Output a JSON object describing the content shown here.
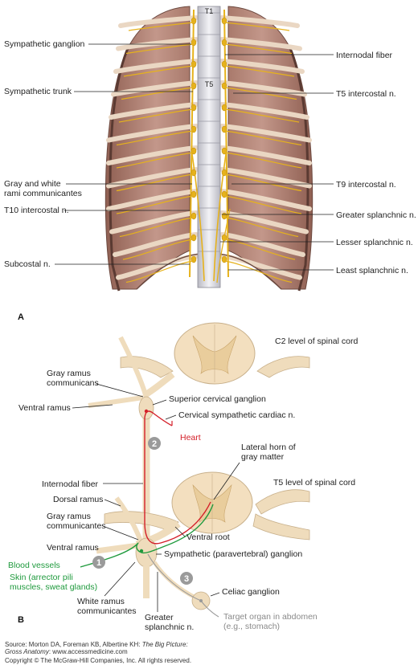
{
  "panel_a": {
    "letter": "A",
    "vertebra_top": "T1",
    "vertebra_mid": "T5",
    "labels_left": [
      {
        "id": "sympathetic-ganglion",
        "text": [
          "Sympathetic ganglion"
        ]
      },
      {
        "id": "sympathetic-trunk",
        "text": [
          "Sympathetic trunk"
        ]
      },
      {
        "id": "gray-white-rami",
        "text": [
          "Gray and white",
          "rami communicantes"
        ]
      },
      {
        "id": "t10-intercostal",
        "text": [
          "T10 intercostal n."
        ]
      },
      {
        "id": "subcostal",
        "text": [
          "Subcostal n."
        ]
      }
    ],
    "labels_right": [
      {
        "id": "internodal-fiber",
        "text": [
          "Internodal fiber"
        ]
      },
      {
        "id": "t5-intercostal",
        "text": [
          "T5 intercostal n."
        ]
      },
      {
        "id": "t9-intercostal",
        "text": [
          "T9 intercostal n."
        ]
      },
      {
        "id": "greater-splanchnic",
        "text": [
          "Greater splanchnic n."
        ]
      },
      {
        "id": "lesser-splanchnic",
        "text": [
          "Lesser splanchnic n."
        ]
      },
      {
        "id": "least-splanchnic",
        "text": [
          "Least splanchnic n."
        ]
      }
    ]
  },
  "panel_b": {
    "letter": "B",
    "labels": {
      "c2_level": "C2 level of spinal cord",
      "gray_ramus_top": [
        "Gray ramus",
        "communicans"
      ],
      "ventral_ramus_top": "Ventral ramus",
      "superior_cervical_ganglion": "Superior cervical ganglion",
      "cervical_cardiac": "Cervical sympathetic cardiac n.",
      "heart": "Heart",
      "lateral_horn": [
        "Lateral horn of",
        "gray matter"
      ],
      "internodal_fiber": "Internodal fiber",
      "t5_level": "T5 level of spinal cord",
      "dorsal_ramus": "Dorsal ramus",
      "gray_ramus_bottom": [
        "Gray ramus",
        "communicantes"
      ],
      "ventral_root": "Ventral root",
      "ventral_ramus_bottom": "Ventral ramus",
      "paravertebral_ganglion": "Sympathetic (paravertebral) ganglion",
      "blood_vessels": "Blood vessels",
      "skin": [
        "Skin (arrector pili",
        "muscles, sweat glands)"
      ],
      "white_ramus": [
        "White ramus",
        "communicantes"
      ],
      "greater_splanchnic": [
        "Greater",
        "splanchnic n."
      ],
      "celiac_ganglion": "Celiac ganglion",
      "target_organ": [
        "Target organ in abdomen",
        "(e.g., stomach)"
      ]
    },
    "markers": [
      "1",
      "2",
      "3"
    ]
  },
  "source": {
    "prefix": "Source: Morton DA, Foreman KB, Albertine KH: ",
    "title": "The Big Picture:",
    "title2": "Gross Anatomy",
    "site": ": www.accessmedicine.com",
    "copyright": "Copyright © The McGraw-Hill Companies, Inc. All rights reserved."
  },
  "colors": {
    "muscle": "#b98a78",
    "rib": "#ead7c3",
    "nerve": "#e6b21c",
    "cord": "#f3dfbf",
    "sympathetic_red": "#d4202a",
    "parasym_green": "#1f9a3d",
    "marker_gray": "#9a9a9a"
  }
}
